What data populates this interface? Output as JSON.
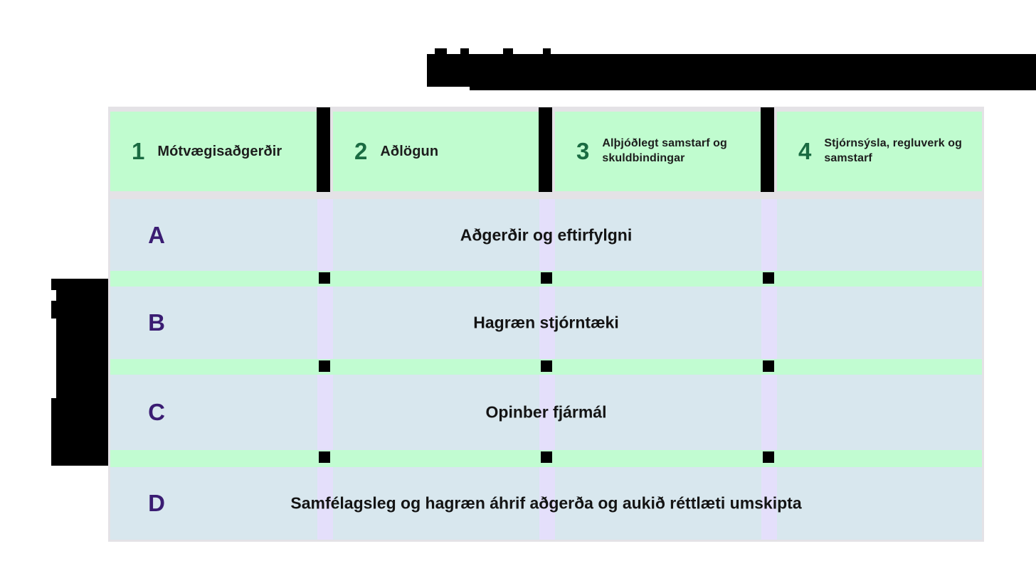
{
  "figure": {
    "type": "matrix-diagram",
    "title_redacted": true,
    "side_label_redacted": true
  },
  "header": {
    "columns": [
      {
        "number": "1",
        "label": "Mótvægisaðgerðir"
      },
      {
        "number": "2",
        "label": "Aðlögun"
      },
      {
        "number": "3",
        "label": "Alþjóðlegt samstarf og skuldbindingar"
      },
      {
        "number": "4",
        "label": "Stjórnsýsla, regluverk og samstarf"
      }
    ]
  },
  "rows": [
    {
      "letter": "A",
      "label": "Aðgerðir og eftirfylgni"
    },
    {
      "letter": "B",
      "label": "Hagræn stjórntæki"
    },
    {
      "letter": "C",
      "label": "Opinber fjármál"
    },
    {
      "letter": "D",
      "label": "Samfélagsleg og hagræn áhrif aðgerða og aukið réttlæti umskipta"
    }
  ],
  "colors": {
    "header_green": "#c0fccf",
    "separator_green": "#c1fcd1",
    "row_blue": "#d8e7ee",
    "column_strip_lavender": "#e4dffb",
    "grid_gray": "#e4e2e6",
    "number_green": "#1a6b42",
    "letter_purple": "#3a1c72",
    "text_dark": "#141414",
    "redaction_black": "#000000"
  }
}
